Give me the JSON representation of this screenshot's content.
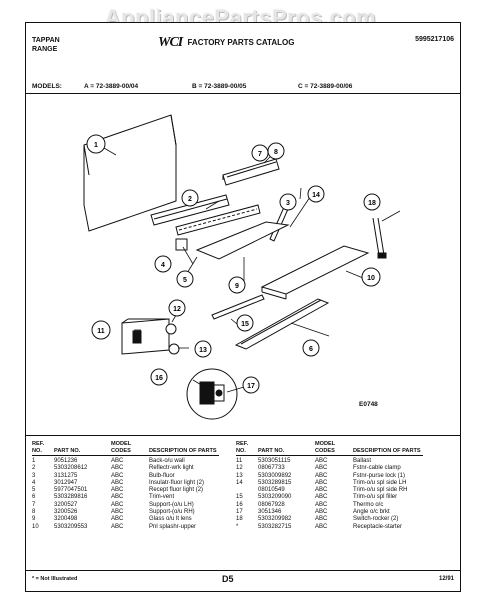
{
  "watermark": "AppliancePartsPros.com",
  "header": {
    "brand_line1": "TAPPAN",
    "brand_line2": "RANGE",
    "logo_text": "WCI",
    "catalog_title": "FACTORY PARTS CATALOG",
    "catalog_number": "5995217106"
  },
  "models": {
    "label": "MODELS:",
    "a": "A = 72-3889-00/04",
    "b": "B = 72-3889-00/05",
    "c": "C = 72-3889-00/06"
  },
  "diagram": {
    "code": "E0748",
    "callouts": [
      "1",
      "2",
      "3",
      "4",
      "5",
      "6",
      "7",
      "8",
      "9",
      "10",
      "11",
      "12",
      "13",
      "14",
      "15",
      "16",
      "17",
      "18"
    ]
  },
  "parts_table": {
    "headers": {
      "ref": "REF. NO.",
      "part": "PART NO.",
      "code": "MODEL CODES",
      "desc": "DESCRIPTION OF PARTS"
    },
    "left_rows": [
      {
        "ref": "1",
        "part": "9051236",
        "code": "ABC",
        "desc": "Back-o/u wall"
      },
      {
        "ref": "2",
        "part": "5303208612",
        "code": "ABC",
        "desc": "Reflectr-wrk light"
      },
      {
        "ref": "3",
        "part": "3131275",
        "code": "ABC",
        "desc": "Bulb-fluor"
      },
      {
        "ref": "4",
        "part": "3012947",
        "code": "ABC",
        "desc": "Insulatr-fluor light (2)"
      },
      {
        "ref": "5",
        "part": "5977047501",
        "code": "ABC",
        "desc": "Recept fluor light (2)"
      },
      {
        "ref": "6",
        "part": "5303289816",
        "code": "ABC",
        "desc": "Trim-vent"
      },
      {
        "ref": "7",
        "part": "3200527",
        "code": "ABC",
        "desc": "Support-(o/u LH)"
      },
      {
        "ref": "8",
        "part": "3200526",
        "code": "ABC",
        "desc": "Support-(o/u RH)"
      },
      {
        "ref": "9",
        "part": "3200498",
        "code": "ABC",
        "desc": "Glass o/u lt lens"
      },
      {
        "ref": "10",
        "part": "5303209553",
        "code": "ABC",
        "desc": "Pnl splashr-upper"
      }
    ],
    "right_rows": [
      {
        "ref": "11",
        "part": "5303051115",
        "code": "ABC",
        "desc": "Ballast"
      },
      {
        "ref": "12",
        "part": "08067733",
        "code": "ABC",
        "desc": "Fstnr-cable clamp"
      },
      {
        "ref": "13",
        "part": "5303009892",
        "code": "ABC",
        "desc": "Fstnr-purse lock (1)"
      },
      {
        "ref": "14",
        "part": "5303289815",
        "code": "ABC",
        "desc": "Trim-o/u spl side LH"
      },
      {
        "ref": "",
        "part": "08010549",
        "code": "ABC",
        "desc": "Trim-o/u spl side RH"
      },
      {
        "ref": "15",
        "part": "5303209090",
        "code": "ABC",
        "desc": "Trim-o/u spl filler"
      },
      {
        "ref": "16",
        "part": "08067928",
        "code": "ABC",
        "desc": "Thermo o/c"
      },
      {
        "ref": "17",
        "part": "3051346",
        "code": "ABC",
        "desc": "Angle o/c brkt"
      },
      {
        "ref": "18",
        "part": "5303209982",
        "code": "ABC",
        "desc": "Switch-rocker (2)"
      },
      {
        "ref": "*",
        "part": "5303282715",
        "code": "ABC",
        "desc": "Receptacle-starter"
      }
    ]
  },
  "footer": {
    "note": "* = Not Illustrated",
    "page": "D5",
    "date": "12/91"
  }
}
